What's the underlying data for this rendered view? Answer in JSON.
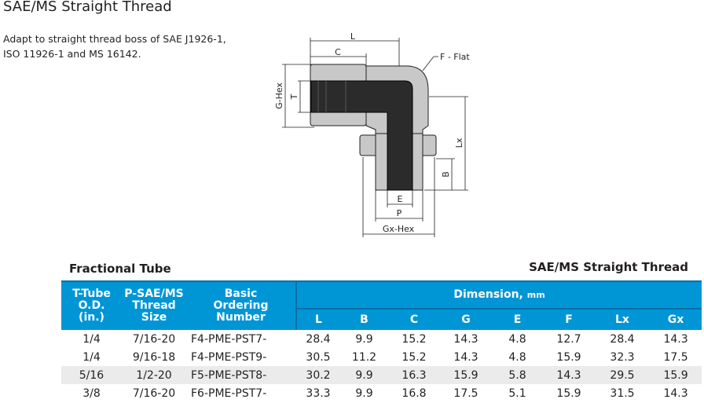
{
  "title": "SAE/MS Straight Thread",
  "description": [
    "Adapt to straight thread boss of SAE J1926-1,",
    "ISO 11926-1  and MS 16142."
  ],
  "diagram_labels": {
    "L": "L",
    "C": "C",
    "F": "F - Flat",
    "G": "G-Hex",
    "T": "T",
    "Lx": "Lx",
    "B": "B",
    "E": "E",
    "P": "P",
    "Gx": "Gx-Hex"
  },
  "table": {
    "subtitle_left": "Fractional Tube",
    "subtitle_right": "SAE/MS Straight Thread",
    "header_color": "#0096d6",
    "headers": {
      "tube": [
        "T-Tube",
        "O.D.",
        "(in.)"
      ],
      "thread": [
        "P-SAE/MS",
        "Thread",
        "Size"
      ],
      "ordering": [
        "Basic",
        "Ordering",
        "Number"
      ],
      "dimension": "Dimension,",
      "dimension_unit": "mm",
      "dims": [
        "L",
        "B",
        "C",
        "G",
        "E",
        "F",
        "Lx",
        "Gx"
      ]
    },
    "rows": [
      [
        "1/4",
        "7/16-20",
        "F4-PME-PST7-",
        "28.4",
        "9.9",
        "15.2",
        "14.3",
        "4.8",
        "12.7",
        "28.4",
        "14.3"
      ],
      [
        "1/4",
        "9/16-18",
        "F4-PME-PST9-",
        "30.5",
        "11.2",
        "15.2",
        "14.3",
        "4.8",
        "15.9",
        "32.3",
        "17.5"
      ],
      [
        "5/16",
        "1/2-20",
        "F5-PME-PST8-",
        "30.2",
        "9.9",
        "16.3",
        "15.9",
        "5.8",
        "14.3",
        "29.5",
        "15.9"
      ],
      [
        "3/8",
        "7/16-20",
        "F6-PME-PST7-",
        "33.3",
        "9.9",
        "16.8",
        "17.5",
        "5.1",
        "15.9",
        "31.5",
        "14.3"
      ]
    ]
  }
}
